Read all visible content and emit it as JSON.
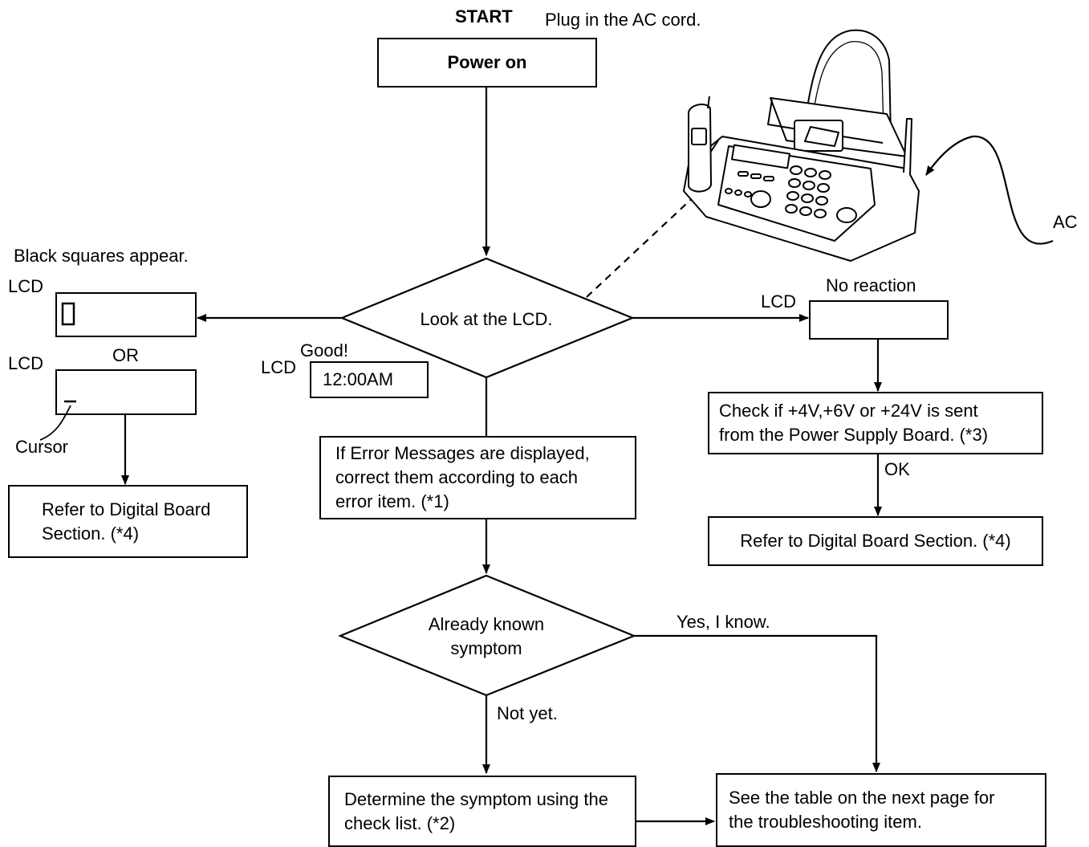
{
  "start": {
    "label": "START",
    "note": "Plug in the AC cord."
  },
  "nodes": {
    "power_on": "Power on",
    "look_lcd": "Look at the LCD.",
    "error_messages": "If Error Messages are displayed,\ncorrect them according to each\nerror item. (*1)",
    "already_known": "Already known\nsymptom",
    "determine_symptom": "Determine the symptom using the\ncheck list.  (*2)",
    "see_table": "See the table on the next page for\nthe troubleshooting item.",
    "check_voltage": "Check if +4V,+6V or +24V is sent\nfrom the Power Supply Board. (*3)",
    "refer_digital_right": "Refer to Digital Board Section. (*4)",
    "refer_digital_left": "Refer to Digital Board\nSection. (*4)"
  },
  "lcd": {
    "label": "LCD",
    "good_label": "Good!",
    "good_value": "12:00AM",
    "black_squares_note": "Black squares appear.",
    "or_label": "OR",
    "cursor_label": "Cursor",
    "no_reaction_label": "No reaction"
  },
  "edges": {
    "ok": "OK",
    "yes_know": "Yes, I know.",
    "not_yet": "Not yet."
  },
  "illustration": {
    "ac_label": "AC",
    "icon": "fax-machine-icon"
  },
  "colors": {
    "line": "#000000",
    "background": "#ffffff"
  }
}
